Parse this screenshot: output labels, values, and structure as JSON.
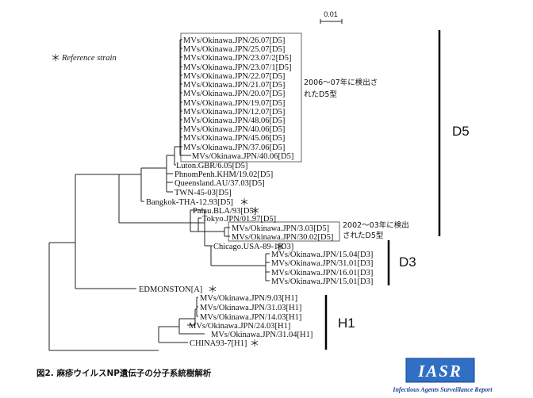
{
  "scale_bar": {
    "label": "0.01"
  },
  "reference_note": {
    "marker": "＊",
    "text": "Reference strain"
  },
  "leaves": {
    "d5_box": [
      "MVs/Okinawa.JPN/26.07[D5]",
      "MVs/Okinawa.JPN/25.07[D5]",
      "MVs/Okinawa.JPN/23.07/2[D5]",
      "MVs/Okinawa.JPN/23.07/1[D5]",
      "MVs/Okinawa.JPN/22.07[D5]",
      "MVs/Okinawa.JPN/21.07[D5]",
      "MVs/Okinawa.JPN/20.07[D5]",
      "MVs/Okinawa.JPN/19.07[D5]",
      "MVs/Okinawa.JPN/12.07[D5]",
      "MVs/Okinawa.JPN/48.06[D5]",
      "MVs/Okinawa.JPN/40.06[D5]",
      "MVs/Okinawa.JPN/45.06[D5]",
      "MVs/Okinawa.JPN/37.06[D5]",
      "MVs/Okinawa.JPN/40.06[D5]"
    ],
    "d5_other": [
      "Luton.GBR/6.05[D5]",
      "PhnomPenh.KHM/19.02[D5]",
      "Queensland.AU/37.03[D5]",
      "TWN-45-03[D5]",
      "Bangkok-THA-12.93[D5]",
      "Palau.BLA/93[D5]",
      "Tokyo.JPN/01.97[D5]"
    ],
    "d5_box2": [
      "MVs/Okinawa.JPN/3.03[D5]",
      "MVs/Okinawa.JPN/30.02[D5]"
    ],
    "d3": [
      "Chicago.USA-89-1[D3]",
      "MVs/Okinawa.JPN/15.04[D3]",
      "MVs/Okinawa.JPN/31.01[D3]",
      "MVs/Okinawa.JPN/16.01[D3]",
      "MVs/Okinawa.JPN/15.01[D3]"
    ],
    "edmonston": "EDMONSTON[A]",
    "h1": [
      "MVs/Okinawa.JPN/9.03[H1]",
      "MVs/Okinawa.JPN/31.03[H1]",
      "MVs/Okinawa.JPN/14.03[H1]",
      "MVs/Okinawa.JPN/24.03[H1]",
      "MVs/Okinawa.JPN/31.04[H1]",
      "CHINA93-7[H1]"
    ]
  },
  "annotations": {
    "box1_line1": "2006〜07年に検出さ",
    "box1_line2": "れたD5型",
    "box2_line1": "2002〜03年に検出",
    "box2_line2": "されたD5型"
  },
  "clades": {
    "d5": "D5",
    "d3": "D3",
    "h1": "H1"
  },
  "star": "＊",
  "caption": "図2. 麻疹ウイルスNP遺伝子の分子系統樹解析",
  "logo": {
    "text": "IASR",
    "subtitle": "Infectious Agents Surveillance Report",
    "color": "#2f6fc4"
  }
}
